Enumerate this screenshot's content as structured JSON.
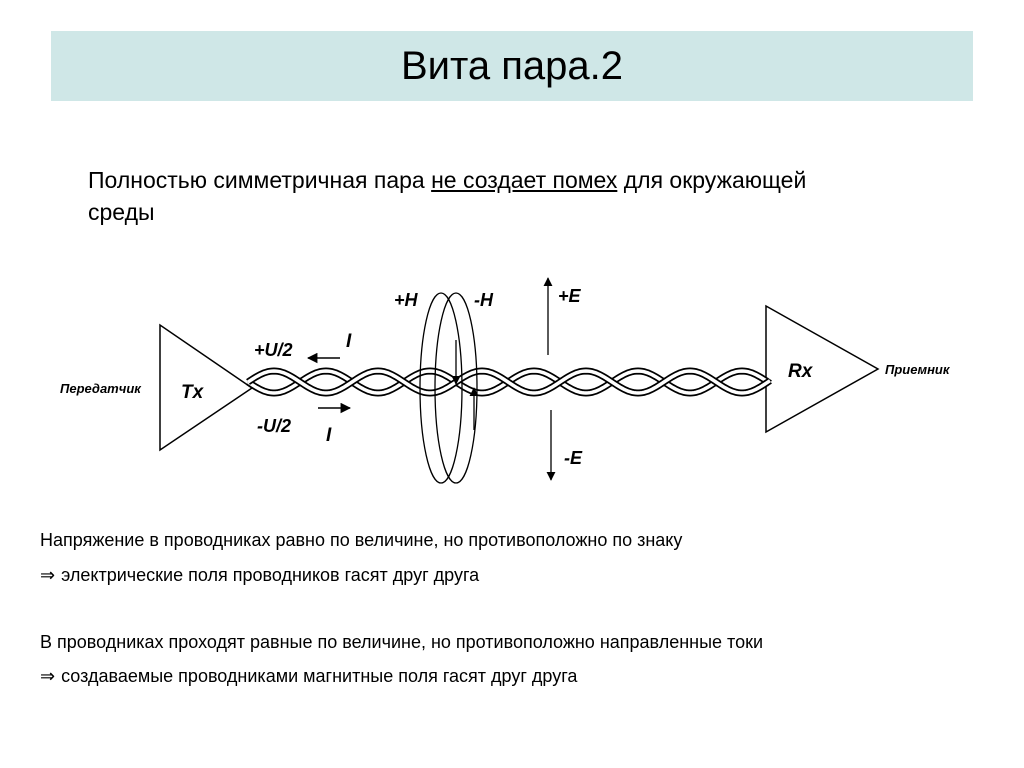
{
  "slide": {
    "title": "Вита пара.2",
    "intro_before": "Полностью симметричная пара ",
    "intro_underlined": "не создает помех",
    "intro_after": " для окружающей среды"
  },
  "diagram": {
    "tx_caption": "Передатчик",
    "tx_label": "Tx",
    "rx_label": "Rx",
    "rx_caption": "Приемник",
    "plus_u": "+U/2",
    "minus_u": "-U/2",
    "current_top": "I",
    "current_bottom": "I",
    "plus_h": "+H",
    "minus_h": "-H",
    "plus_e": "+E",
    "minus_e": "-E"
  },
  "body": {
    "line1": "Напряжение в проводниках равно по величине, но противоположно по знаку",
    "line2": "электрические поля проводников гасят друг друга",
    "line3": "В проводниках проходят равные по величине, но противоположно направленные токи",
    "line4": "создаваемые проводниками магнитные поля гасят друг друга",
    "implies_symbol": "⇒"
  }
}
